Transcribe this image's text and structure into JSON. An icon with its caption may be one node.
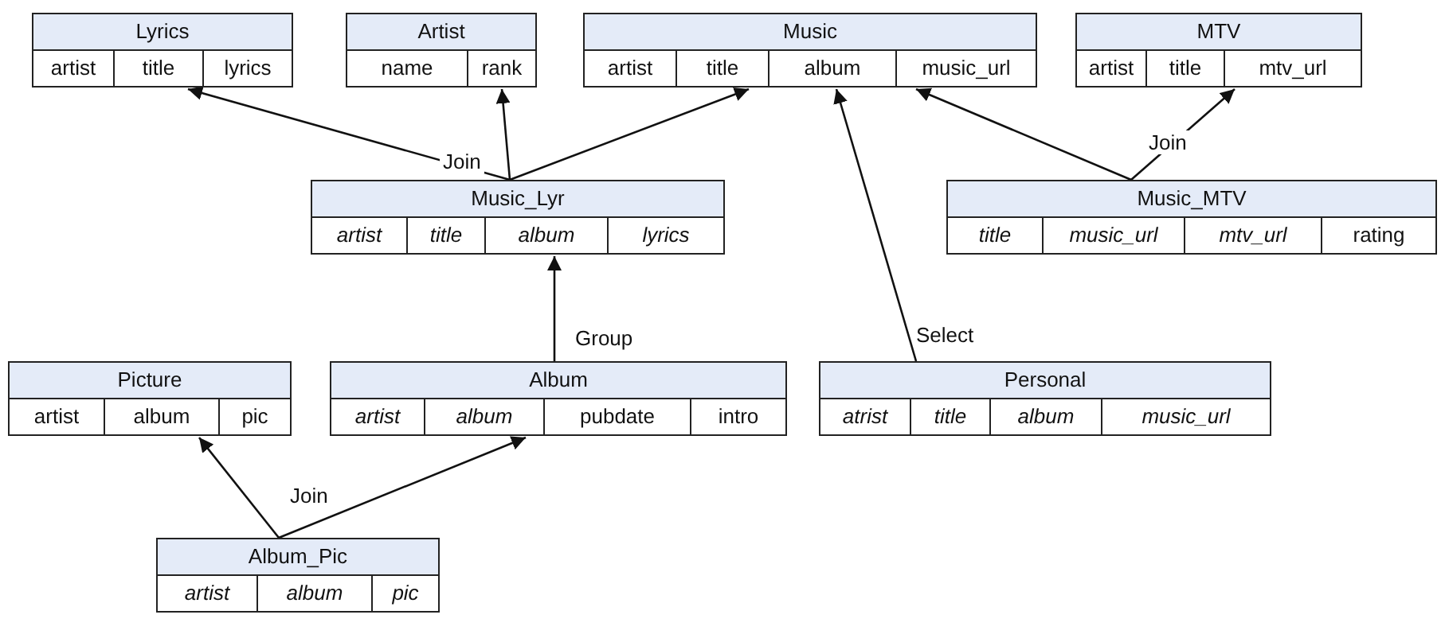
{
  "diagram": {
    "nodes": [
      {
        "text": [
          "Lyrics",
          "artist",
          "title",
          "lyrics"
        ]
      },
      {
        "text": [
          "Artist",
          "name",
          "rank"
        ]
      },
      {
        "text": [
          "Music",
          "artist",
          "title",
          "album",
          "music_url"
        ]
      },
      {
        "text": [
          "MTV",
          "artist",
          "title",
          "mtv_url"
        ]
      },
      {
        "text": [
          "Music_Lyr",
          "*artist*",
          "*title*",
          "*album*",
          "*lyrics*"
        ]
      },
      {
        "text": [
          "Music_MTV",
          "*title*",
          "*music_url*",
          "*mtv_url*",
          "rating"
        ]
      },
      {
        "text": [
          "Picture",
          "artist",
          "album",
          "pic"
        ]
      },
      {
        "text": [
          "Album",
          "*artist*",
          "*album*",
          "pubdate",
          "intro"
        ]
      },
      {
        "text": [
          "Personal",
          "*atrist*",
          "*title*",
          "*album*",
          "*music_url*"
        ]
      },
      {
        "text": [
          "Album_Pic",
          "*artist*",
          "*album*",
          "*pic*"
        ]
      }
    ],
    "edges": [
      {
        "from": 4,
        "to": 0,
        "arrow": "to",
        "label": "Join"
      },
      {
        "from": 4,
        "to": 1,
        "arrow": "to"
      },
      {
        "from": 4,
        "to": 2,
        "arrow": "to"
      },
      {
        "from": 5,
        "to": 2,
        "arrow": "to"
      },
      {
        "from": 5,
        "to": 3,
        "arrow": "to",
        "label": "Join"
      },
      {
        "from": 7,
        "to": 4,
        "arrow": "to",
        "label": "Group"
      },
      {
        "from": 8,
        "to": 2,
        "arrow": "to",
        "label": "Select"
      },
      {
        "from": 9,
        "to": 6,
        "arrow": "to",
        "label": "Join"
      },
      {
        "from": 9,
        "to": 7,
        "arrow": "to"
      }
    ]
  }
}
